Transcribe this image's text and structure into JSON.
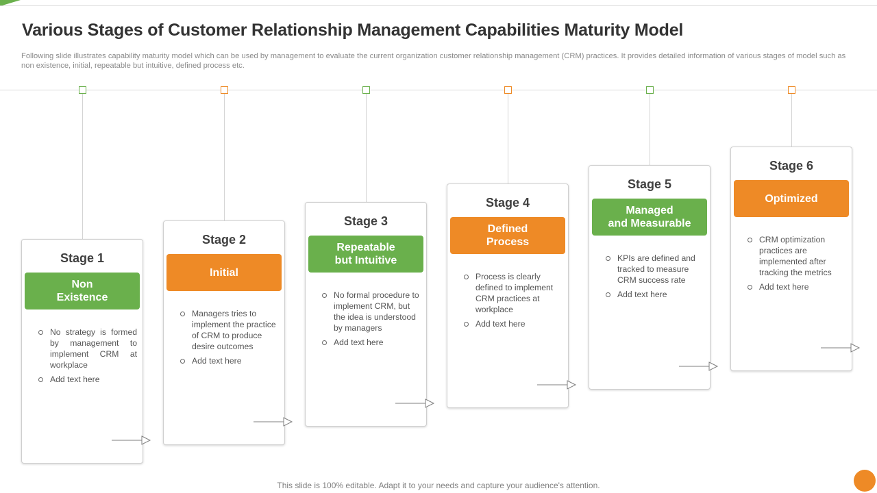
{
  "title": "Various Stages of Customer Relationship Management Capabilities Maturity Model",
  "subtitle": "Following slide illustrates capability maturity model which can be used by management to evaluate the current organization customer relationship management (CRM) practices. It provides detailed information of various stages of model such as non existence, initial, repeatable but intuitive, defined process etc.",
  "colors": {
    "green": "#6ab04c",
    "orange": "#ee8a26",
    "text": "#404040"
  },
  "stages": [
    {
      "label": "Stage 1",
      "badge": "Non\nExistence",
      "color": "green",
      "items": [
        "No strategy is formed by management to implement CRM at workplace",
        "Add text here"
      ]
    },
    {
      "label": "Stage 2",
      "badge": "Initial",
      "color": "orange",
      "items": [
        "Managers tries to implement the practice of CRM to produce desire outcomes",
        "Add text here"
      ]
    },
    {
      "label": "Stage 3",
      "badge": "Repeatable\nbut Intuitive",
      "color": "green",
      "items": [
        "No formal procedure to implement CRM, but the idea is understood by managers",
        "Add text here"
      ]
    },
    {
      "label": "Stage 4",
      "badge": "Defined\nProcess",
      "color": "orange",
      "items": [
        "Process is clearly defined to implement CRM practices at workplace",
        "Add text here"
      ]
    },
    {
      "label": "Stage 5",
      "badge": "Managed\nand Measurable",
      "color": "green",
      "items": [
        "KPIs are defined and tracked to measure CRM success rate",
        "Add text here"
      ]
    },
    {
      "label": "Stage 6",
      "badge": "Optimized",
      "color": "orange",
      "items": [
        "CRM optimization practices are implemented after tracking the metrics",
        "Add text here"
      ]
    }
  ],
  "footer": "This slide is 100% editable. Adapt it to your needs and capture your audience's attention."
}
